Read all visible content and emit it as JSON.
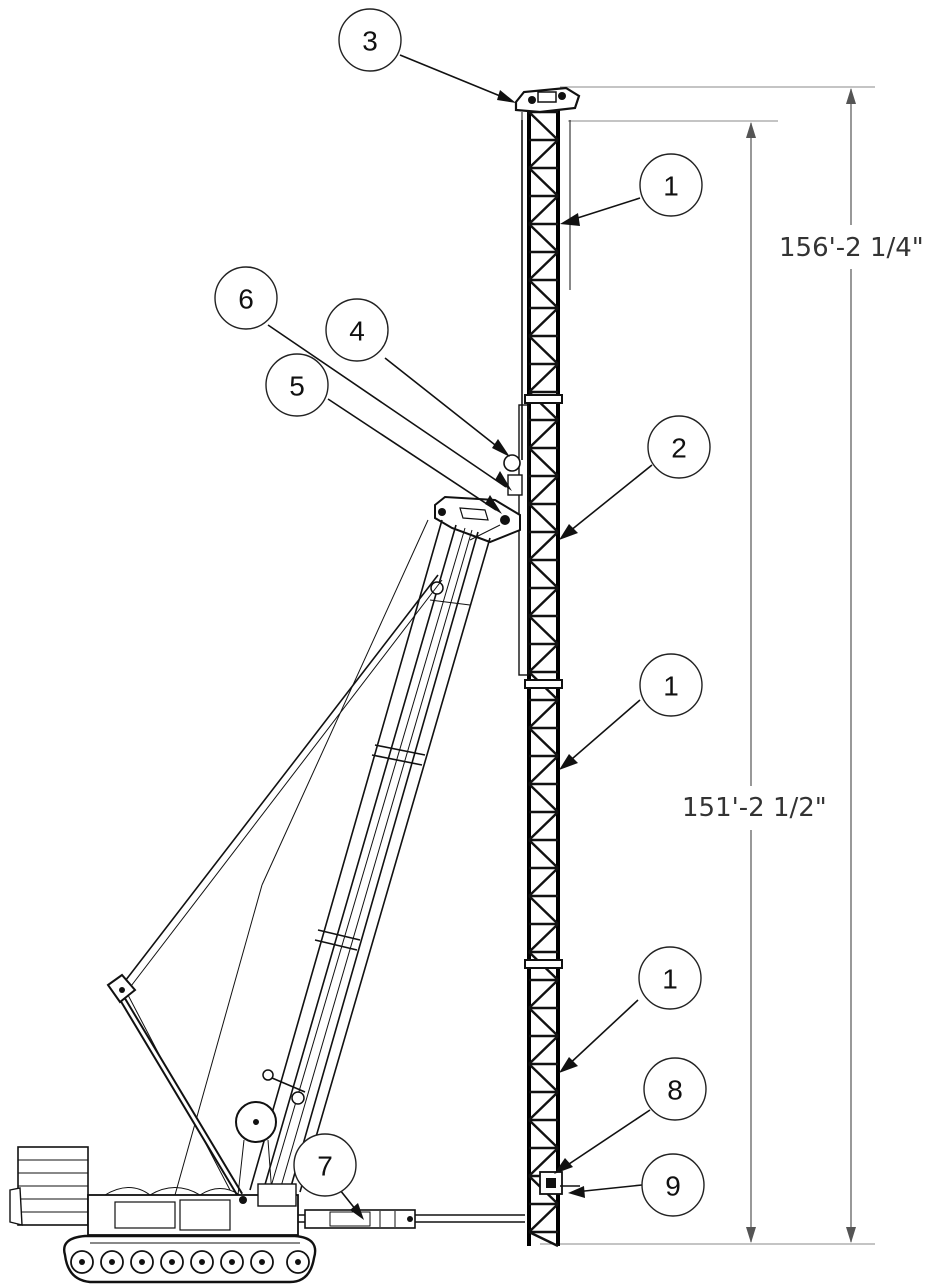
{
  "callouts": [
    {
      "id": "callout-3",
      "number": "3"
    },
    {
      "id": "callout-1-top",
      "number": "1"
    },
    {
      "id": "callout-6",
      "number": "6"
    },
    {
      "id": "callout-4",
      "number": "4"
    },
    {
      "id": "callout-5",
      "number": "5"
    },
    {
      "id": "callout-2",
      "number": "2"
    },
    {
      "id": "callout-1-mid",
      "number": "1"
    },
    {
      "id": "callout-1-low",
      "number": "1"
    },
    {
      "id": "callout-8",
      "number": "8"
    },
    {
      "id": "callout-7",
      "number": "7"
    },
    {
      "id": "callout-9",
      "number": "9"
    }
  ],
  "dimensions": {
    "overall_height": "156'-2 1/4\"",
    "mast_height": "151'-2 1/2\""
  }
}
